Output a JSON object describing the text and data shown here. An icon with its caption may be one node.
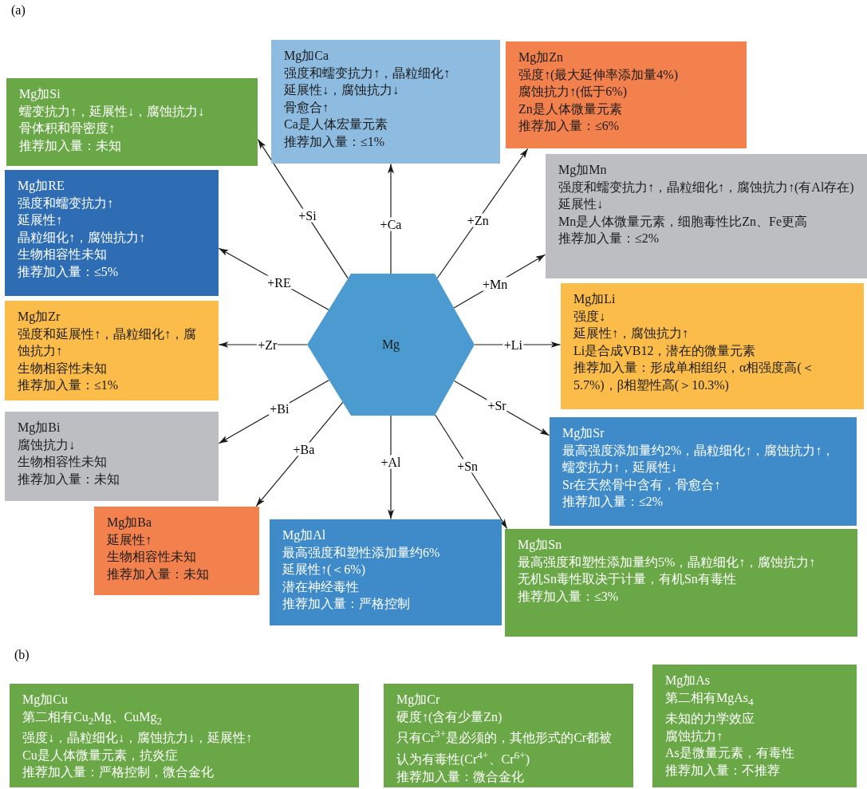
{
  "diagram": {
    "nodes": [
      {
        "text": [
          "Mg"
        ]
      },
      {
        "text": [
          "Mg加Ca",
          "强度和蠕变抗力↑，晶粒细化↑",
          "延展性↓，腐蚀抗力↓",
          "骨愈合↑",
          "Ca是人体宏量元素",
          "推荐加入量：≤1%"
        ]
      },
      {
        "text": [
          "Mg加Zn",
          "强度↑(最大延伸率添加量4%)",
          "腐蚀抗力↑(低于6%)",
          "Zn是人体微量元素",
          "推荐加入量：≤6%"
        ]
      },
      {
        "text": [
          "Mg加Si",
          "蠕变抗力↑，延展性↓，腐蚀抗力↓",
          "骨体积和骨密度↑",
          "推荐加入量：未知"
        ]
      },
      {
        "text": [
          "Mg加Mn",
          "强度和蠕变抗力↑，晶粒细化↑，腐蚀抗力↑(有Al存在)",
          "延展性↓",
          "Mn是人体微量元素，细胞毒性比Zn、Fe更高",
          "推荐加入量：≤2%"
        ]
      },
      {
        "text": [
          "Mg加RE",
          "强度和蠕变抗力↑",
          "延展性↑",
          "晶粒细化↑，腐蚀抗力↑",
          "生物相容性未知",
          "推荐加入量：≤5%"
        ]
      },
      {
        "text": [
          "Mg加Li",
          "强度↓",
          "延展性↑，腐蚀抗力↑",
          "Li是合成VB12，潜在的微量元素",
          "推荐加入量：形成单相组织，α相强度高(＜5.7%)，β相塑性高(＞10.3%)"
        ]
      },
      {
        "text": [
          "Mg加Zr",
          "强度和延展性↑，晶粒细化↑，腐蚀抗力↑",
          "生物相容性未知",
          "推荐加入量：≤1%"
        ]
      },
      {
        "text": [
          "Mg加Bi",
          "腐蚀抗力↓",
          "生物相容性未知",
          "推荐加入量：未知"
        ]
      },
      {
        "text": [
          "Mg加Sr",
          "最高强度添加量约2%，晶粒细化↑，腐蚀抗力↑，",
          "蠕变抗力↑，延展性↓",
          "Sr在天然骨中含有，骨愈合↑",
          "推荐加入量：≤2%"
        ]
      },
      {
        "text": [
          "Mg加Ba",
          "延展性↑",
          "生物相容性未知",
          "推荐加入量：未知"
        ]
      },
      {
        "text": [
          "Mg加Al",
          "最高强度和塑性添加量约6%",
          "延展性↑(＜6%)",
          "潜在神经毒性",
          "推荐加入量：严格控制"
        ]
      },
      {
        "text": [
          "Mg加Sn",
          "最高强度和塑性添加量约5%，晶粒细化↑，腐蚀抗力↑",
          "无机Sn毒性取决于计量，有机Sn有毒性",
          "推荐加入量：≤3%"
        ]
      },
      {
        "text": [
          "Mg加Cu",
          "第二相有Cu$_{2}$Mg、CuMg$_{2}$",
          "强度↓，晶粒细化↓，腐蚀抗力↓，延展性↑",
          "Cu是人体微量元素，抗炎症",
          "推荐加入量：严格控制，微合金化"
        ]
      },
      {
        "text": [
          "Mg加Cr",
          "硬度↑(含有少量Zn)",
          "只有Cr$^{3+}$是必须的，其他形式的Cr都被认为有毒性(Cr$^{4+}$、Cr$^{6+}$)",
          "推荐加入量：微合金化"
        ]
      },
      {
        "text": [
          "Mg加As",
          "第二相有MgAs$_{4}$",
          "未知的力学效应",
          "腐蚀抗力↑",
          "As是微量元素，有毒性",
          "推荐加入量：不推荐"
        ]
      }
    ],
    "edges": [
      {
        "from": 0,
        "to": 1,
        "label": "+Ca",
        "arrow": "to"
      },
      {
        "from": 0,
        "to": 2,
        "label": "+Zn",
        "arrow": "to"
      },
      {
        "from": 0,
        "to": 3,
        "label": "+Si",
        "arrow": "to"
      },
      {
        "from": 0,
        "to": 4,
        "label": "+Mn",
        "arrow": "to"
      },
      {
        "from": 0,
        "to": 5,
        "label": "+RE",
        "arrow": "to"
      },
      {
        "from": 0,
        "to": 6,
        "label": "+Li",
        "arrow": "to"
      },
      {
        "from": 0,
        "to": 7,
        "label": "+Zr",
        "arrow": "to"
      },
      {
        "from": 0,
        "to": 8,
        "label": "+Bi",
        "arrow": "to"
      },
      {
        "from": 0,
        "to": 9,
        "label": "+Sr",
        "arrow": "to"
      },
      {
        "from": 0,
        "to": 10,
        "label": "+Ba",
        "arrow": "to"
      },
      {
        "from": 0,
        "to": 11,
        "label": "+Al",
        "arrow": "to"
      },
      {
        "from": 0,
        "to": 12,
        "label": "+Sn",
        "arrow": "to"
      }
    ],
    "labels": [
      "(a)",
      "(b)"
    ]
  }
}
